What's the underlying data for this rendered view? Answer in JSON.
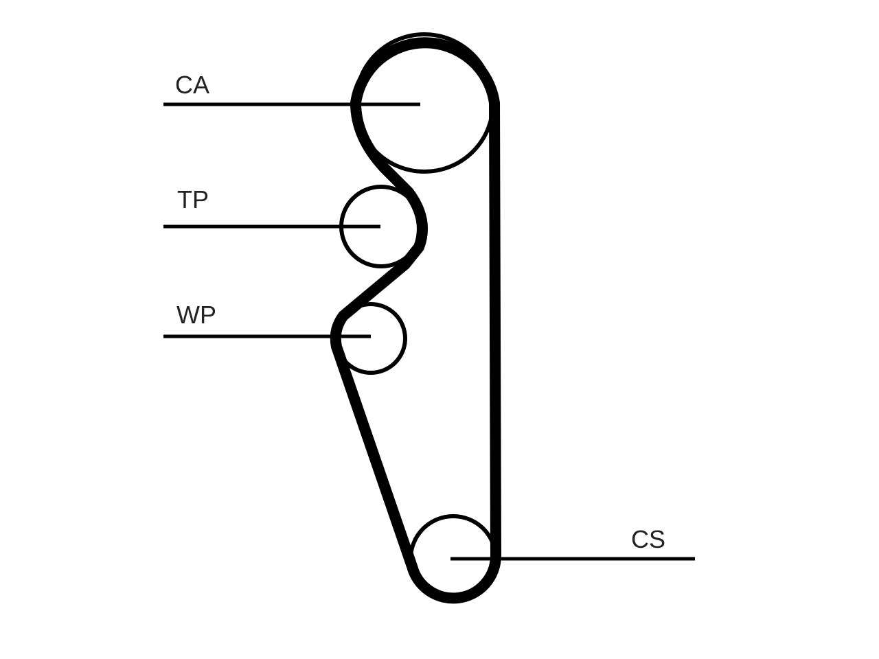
{
  "diagram": {
    "colors": {
      "stroke": "#000000",
      "text": "#222222",
      "background": "#ffffff"
    },
    "pulleys": {
      "ca": {
        "label": "CA"
      },
      "tp": {
        "label": "TP"
      },
      "wp": {
        "label": "WP"
      },
      "cs": {
        "label": "CS"
      }
    },
    "belt": {}
  }
}
